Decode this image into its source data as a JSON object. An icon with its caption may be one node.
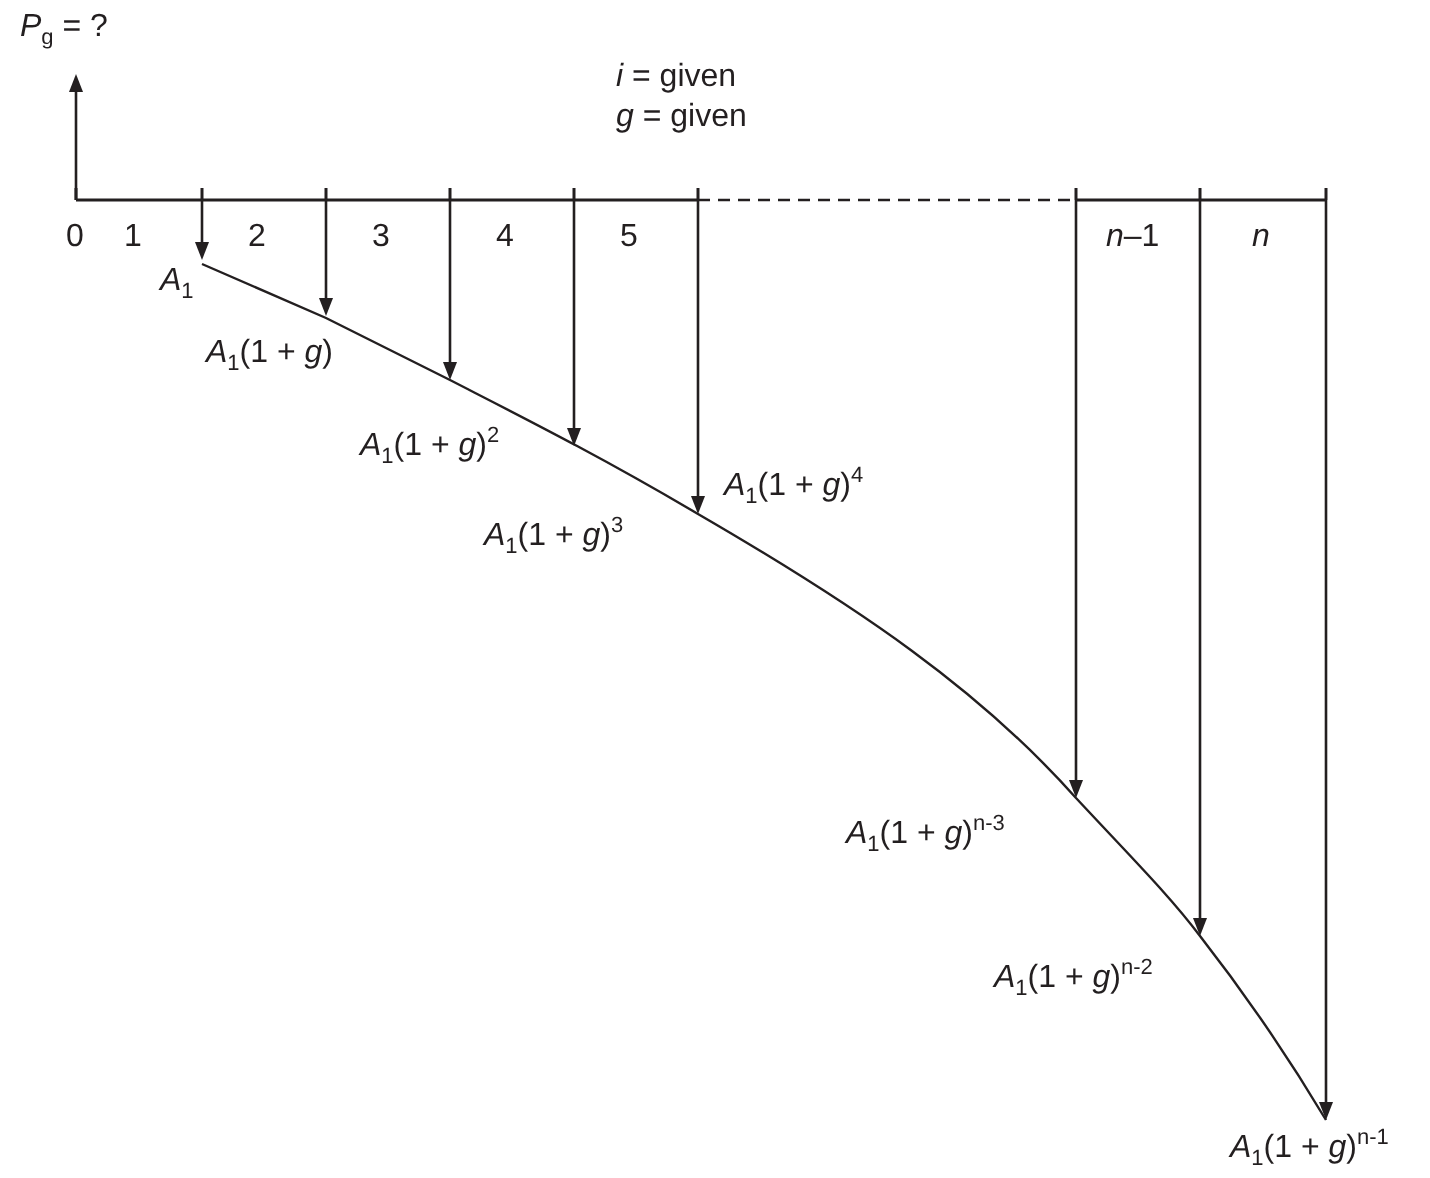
{
  "diagram": {
    "labels": [
      "*P*$_{g}$ = ?",
      "*i* = given",
      "*g* = given",
      "0",
      "1",
      "2",
      "3",
      "4",
      "5",
      "*n*–1",
      "*n*",
      "*A*$_{1}$",
      "*A*$_{1}$(1 + *g*)",
      "*A*$_{1}$(1 + *g*)$^{2}$",
      "*A*$_{1}$(1 + *g*)$^{3}$",
      "*A*$_{1}$(1 + *g*)$^{4}$",
      "*A*$_{1}$(1 + *g*)$^{n-3}$",
      "*A*$_{1}$(1 + *g*)$^{n-2}$",
      "*A*$_{1}$(1 + *g*)$^{n-1}$"
    ]
  }
}
